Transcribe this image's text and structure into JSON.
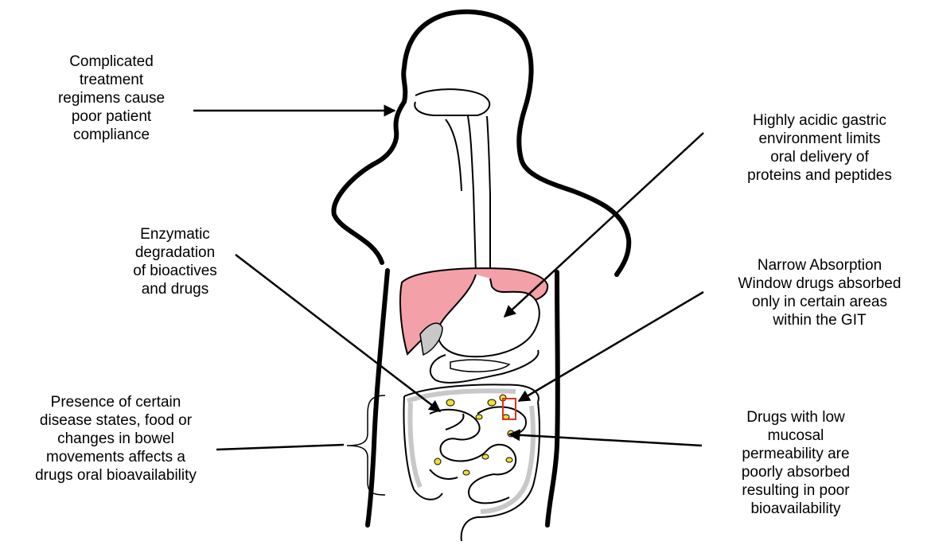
{
  "labels": {
    "compliance": "Complicated\ntreatment\nregimens cause\npoor patient\ncompliance",
    "acidic": "Highly acidic gastric\nenvironment limits\noral delivery of\nproteins and peptides",
    "enzymatic": "Enzymatic\ndegradation\nof bioactives\nand drugs",
    "window": "Narrow Absorption\nWindow drugs absorbed\nonly in certain areas\nwithin the GIT",
    "disease": "Presence of certain\ndisease states, food or\nchanges in bowel\nmovements affects a\ndrugs oral bioavailability",
    "permeability": "Drugs with low\nmucosal\npermeability are\npoorly absorbed\nresulting in poor\nbioavailability"
  },
  "colors": {
    "liver": "#f4a0a8",
    "liver_outline": "#000000",
    "organ_fill": "#ffffff",
    "organ_shadow": "#c8c8c8",
    "absorption_window": "#e03020",
    "villi_patches": "#f2e030",
    "outline": "#000000"
  },
  "icons": {
    "arrow_head": "filled-triangle-arrowhead",
    "bracket": "curly-brace"
  }
}
